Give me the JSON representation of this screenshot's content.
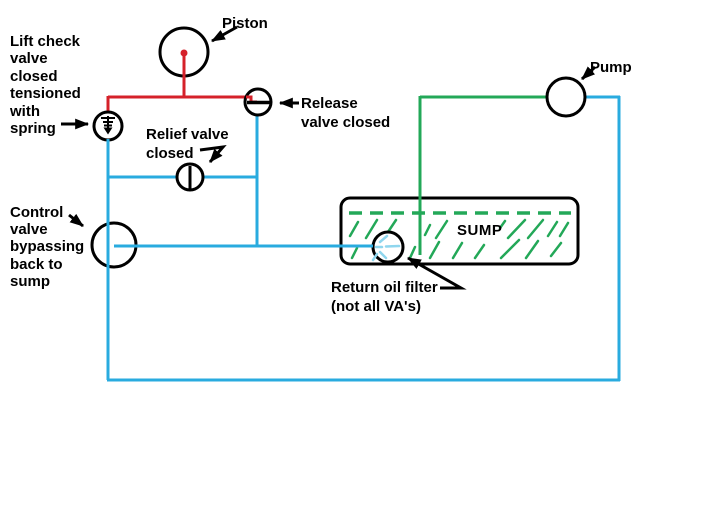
{
  "title": "Hydraulic lift circuit diagram",
  "colors": {
    "red": "#d5212a",
    "blue": "#29abdf",
    "green": "#23a858",
    "black": "#000000",
    "rays": "#8fd6ee",
    "bg": "#ffffff"
  },
  "labels": {
    "lift_check": {
      "text": "Lift check\nvalve\nclosed\ntensioned\nwith\nspring"
    },
    "piston": {
      "text": "Piston"
    },
    "release": {
      "text": "Release\nvalve closed"
    },
    "relief": {
      "text": "Relief valve\nclosed"
    },
    "control": {
      "text": "Control\nvalve\nbypassing\nback to\nsump"
    },
    "pump": {
      "text": "Pump"
    },
    "sump": {
      "text": "SUMP"
    },
    "return_filter": {
      "text": "Return oil filter\n(not all VA's)"
    }
  },
  "components": [
    "piston",
    "lift-check-valve",
    "release-valve",
    "relief-valve",
    "control-valve",
    "pump",
    "sump",
    "return-oil-filter"
  ]
}
